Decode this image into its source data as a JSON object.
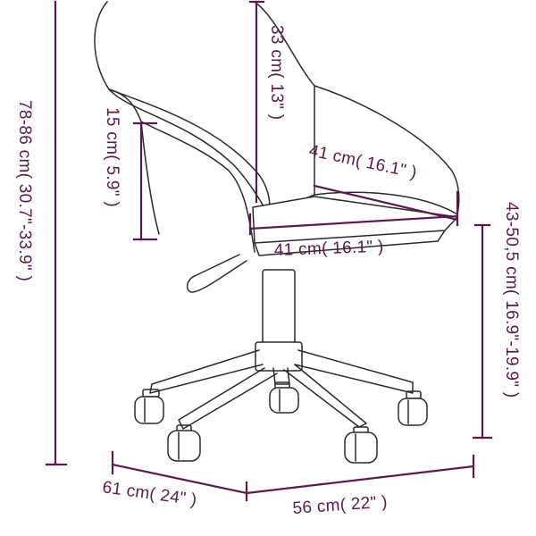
{
  "colors": {
    "dimension": "#5a1a4e",
    "outline": "#2a2a2a",
    "background": "#ffffff"
  },
  "dimensions": {
    "total_height": "78-86 cm( 30.7\"-33.9\" )",
    "backrest_height": "33 cm( 13\" )",
    "armrest_height": "15 cm( 5.9\" )",
    "seat_depth": "41 cm( 16.1\" )",
    "seat_width": "41 cm( 16.1\" )",
    "seat_height": "43-50,5 cm( 16.9\"-19.9\" )",
    "base_depth": "61 cm( 24\" )",
    "base_width": "56 cm( 22\" )"
  }
}
